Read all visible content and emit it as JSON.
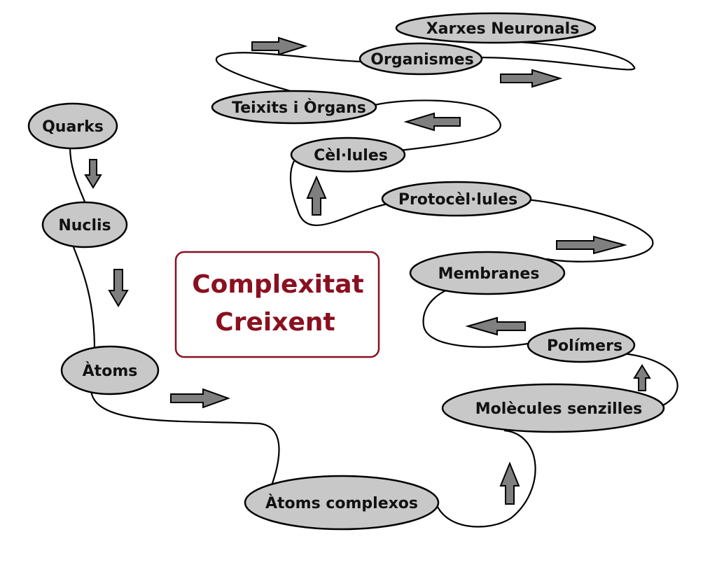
{
  "title": {
    "line1": "Complexitat",
    "line2": "Creixent"
  },
  "nodes": [
    {
      "id": "quarks",
      "label": "Quarks"
    },
    {
      "id": "nuclis",
      "label": "Nuclis"
    },
    {
      "id": "atoms",
      "label": "Àtoms"
    },
    {
      "id": "atoms-complexos",
      "label": "Àtoms complexos"
    },
    {
      "id": "molecules-senzilles",
      "label": "Molècules senzilles"
    },
    {
      "id": "polimers",
      "label": "Polímers"
    },
    {
      "id": "membranes",
      "label": "Membranes"
    },
    {
      "id": "protocellules",
      "label": "Protocèl·lules"
    },
    {
      "id": "cellules",
      "label": "Cèl·lules"
    },
    {
      "id": "teixits-organs",
      "label": "Teixits i Òrgans"
    },
    {
      "id": "organismes",
      "label": "Organismes"
    },
    {
      "id": "xarxes-neuronals",
      "label": "Xarxes Neuronals"
    }
  ],
  "colors": {
    "node_fill": "#c8c8c8",
    "arrow_fill": "#7f7f7f",
    "title_color": "#8a1020",
    "title_border": "#8a1020"
  }
}
